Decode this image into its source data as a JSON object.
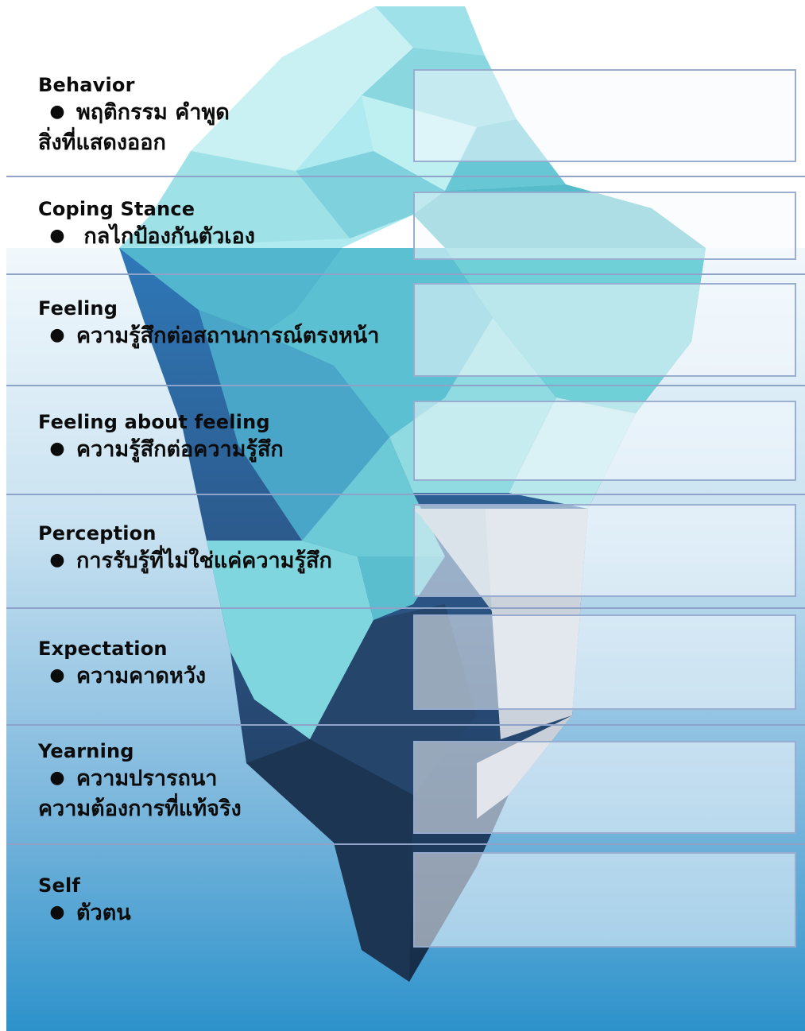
{
  "levels": [
    {
      "title": "Behavior",
      "bullet": "พฤติกรรม คำพูด",
      "extra": "สิ่งที่แสดงออก"
    },
    {
      "title": "Coping Stance",
      "bullet": " กลไกป้องกันตัวเอง"
    },
    {
      "title": "Feeling",
      "bullet": "ความรู้สึกต่อสถานการณ์ตรงหน้า"
    },
    {
      "title": "Feeling about feeling",
      "bullet": "ความรู้สึกต่อความรู้สึก"
    },
    {
      "title": "Perception",
      "bullet": "การรับรู้ที่ไม่ใช่แค่ความรู้สึก"
    },
    {
      "title": "Expectation",
      "bullet": "ความคาดหวัง"
    },
    {
      "title": "Yearning",
      "bullet": "ความปรารถนา",
      "extra": "ความต้องการที่แท้จริง"
    },
    {
      "title": "Self",
      "bullet": "ตัวตน"
    }
  ],
  "bullet_glyph": "●",
  "colors": {
    "water_top": "#eef7fb",
    "water_bottom": "#2b93cc",
    "ice_light": "#a8e6ea",
    "ice_mid": "#5fc6d3",
    "ice_deep": "#1f3a5a",
    "divider": "#8fa3c8",
    "box_border": "#96aacd"
  }
}
